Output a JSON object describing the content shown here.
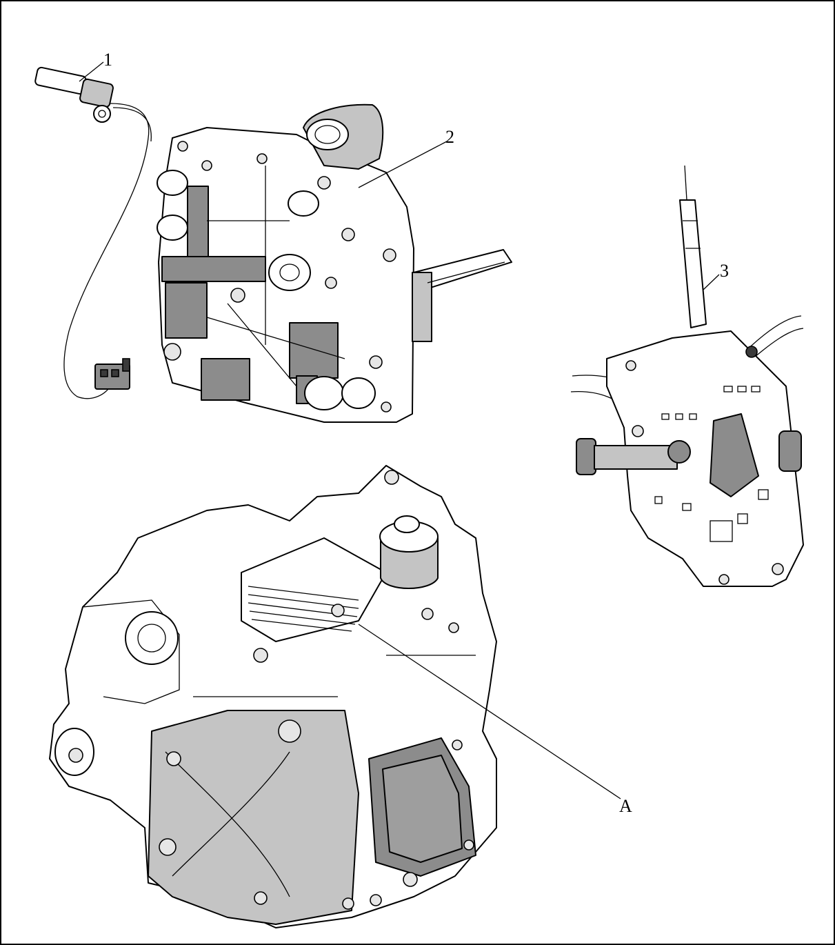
{
  "figure": {
    "callouts": {
      "c1": "1",
      "c2": "2",
      "c3": "3",
      "cA": "A"
    },
    "components": {
      "sensor": "sensor-with-cable",
      "valve_body": "valve-body-unit",
      "shift_module": "gear-selector-module",
      "gearbox": "transmission-assembly"
    },
    "colors": {
      "line": "#000000",
      "fill_light": "#ffffff",
      "fill_gray": "#bdbdbd",
      "fill_mid": "#8a8a8a",
      "fill_dark": "#3a3a3a"
    }
  }
}
